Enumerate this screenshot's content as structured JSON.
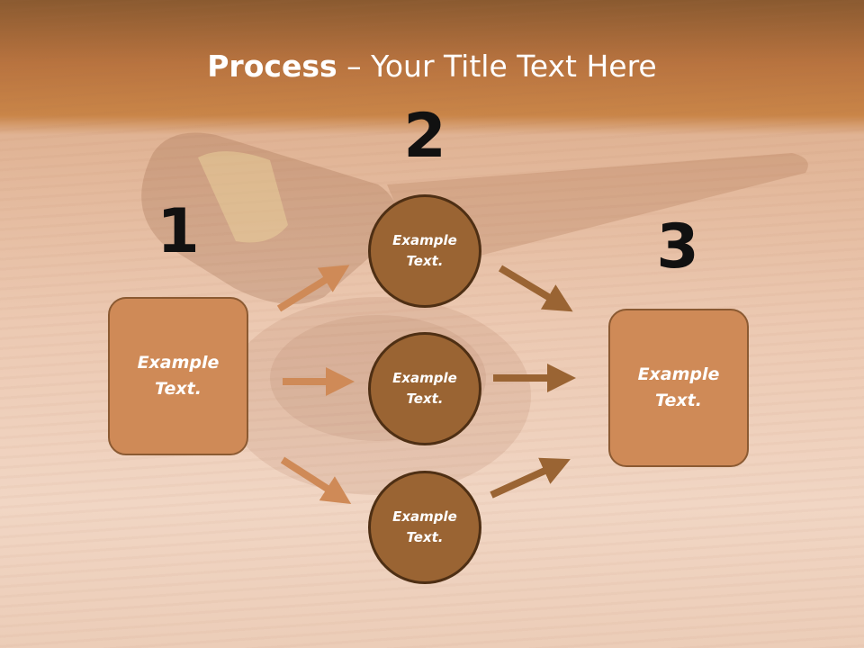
{
  "title": {
    "bold": "Process",
    "rest": " – Your Title Text Here"
  },
  "steps": [
    {
      "number": "1",
      "text": "Example Text."
    },
    {
      "number": "2",
      "items": [
        "Example Text.",
        "Example Text.",
        "Example Text."
      ]
    },
    {
      "number": "3",
      "text": "Example Text."
    }
  ],
  "colors": {
    "header": "#b8733f",
    "box_fill": "#cf8a57",
    "box_border": "#8b5a32",
    "circle_fill": "#9a6433",
    "circle_border": "#4e2f14",
    "arrow_light": "#cf8a57",
    "arrow_dark": "#9a6433"
  }
}
